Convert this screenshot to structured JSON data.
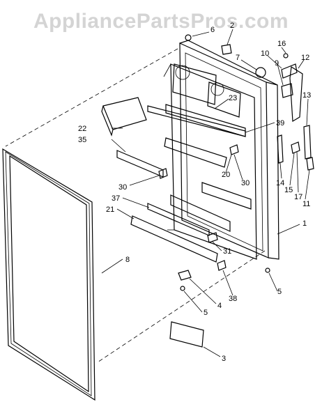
{
  "watermark": "AppliancePartsPros.com",
  "callouts": [
    "6",
    "2",
    "7",
    "16",
    "10",
    "12",
    "9",
    "23",
    "39",
    "13",
    "22",
    "35",
    "20",
    "30",
    "14",
    "15",
    "17",
    "11",
    "30",
    "37",
    "21",
    "1",
    "31",
    "8",
    "5",
    "4",
    "38",
    "5",
    "3"
  ]
}
